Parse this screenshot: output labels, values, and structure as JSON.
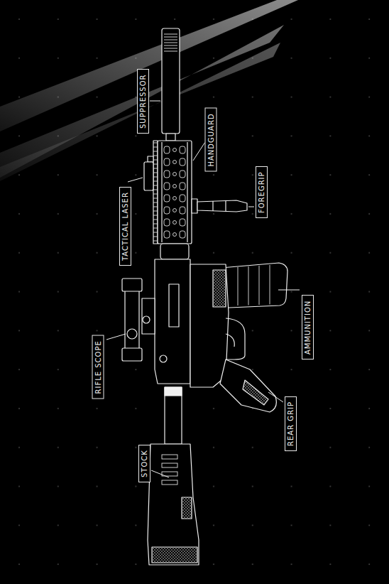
{
  "diagram": {
    "nodes": [
      {
        "text": [
          "SUPPRESSOR"
        ]
      },
      {
        "text": [
          "HANDGUARD"
        ]
      },
      {
        "text": [
          "TACTICAL LASER"
        ]
      },
      {
        "text": [
          "FOREGRIP"
        ]
      },
      {
        "text": [
          "AMMUNITION"
        ]
      },
      {
        "text": [
          "RIFLE SCOPE"
        ]
      },
      {
        "text": [
          "REAR GRIP"
        ]
      },
      {
        "text": [
          "STOCK"
        ]
      }
    ]
  }
}
